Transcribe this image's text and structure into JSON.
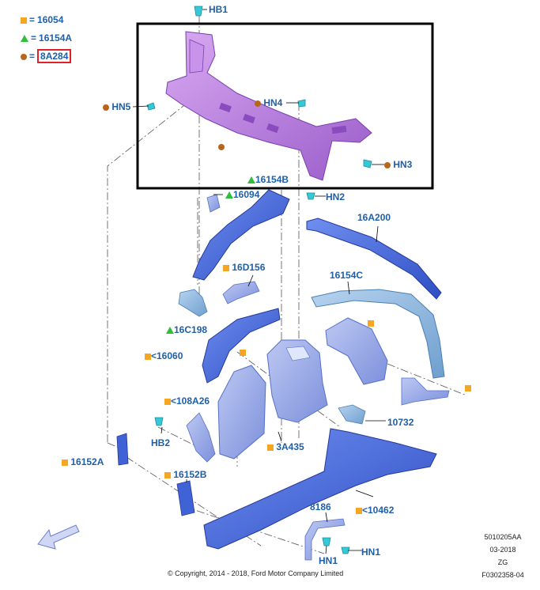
{
  "legend": [
    {
      "marker": "square",
      "color": "#f5a623",
      "eq": "=",
      "code": "16054"
    },
    {
      "marker": "triangle",
      "color": "#2fbf3a",
      "eq": "=",
      "code": "16154A"
    },
    {
      "marker": "dot",
      "color": "#b8651b",
      "eq": "=",
      "code": "8A284",
      "highlighted": true
    }
  ],
  "labels": {
    "hb1": "HB1",
    "hn5": "HN5",
    "hn4": "HN4",
    "hn3": "HN3",
    "p16154b": "16154B",
    "p16094": "16094",
    "hn2": "HN2",
    "p16a200": "16A200",
    "p16d156": "16D156",
    "p16154c": "16154C",
    "p16c198": "16C198",
    "p16060": "<16060",
    "p108a26": "<108A26",
    "p10732": "10732",
    "hb2": "HB2",
    "p3a435": "3A435",
    "p16152a": "16152A",
    "p16152b": "16152B",
    "p8186": "8186",
    "p10462": "<10462",
    "hn1a": "HN1",
    "hn1b": "HN1"
  },
  "meta": {
    "line1": "5010205AA",
    "line2": "03-2018",
    "line3": "ZG",
    "line4": "F0302358-04"
  },
  "copyright": "© Copyright, 2014 - 2018, Ford Motor Company Limited",
  "colors": {
    "label": "#1f5fa8",
    "upper_part": "#b57be0",
    "blue_part": "#3f63d6",
    "light_blue_part": "#8ab6e0",
    "fastener": "#35c8d8",
    "highlight_box": "#e0202a"
  },
  "icons": [
    "direction-arrow-icon"
  ]
}
